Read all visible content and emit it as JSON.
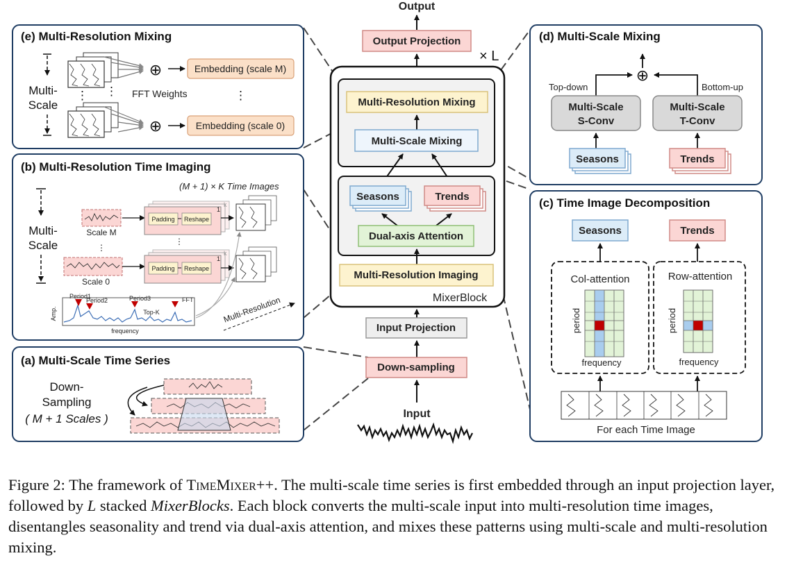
{
  "main": {
    "output": "Output",
    "output_projection": "Output Projection",
    "times_l": "× L",
    "multi_resolution_mixing": "Multi-Resolution Mixing",
    "multi_scale_mixing": "Multi-Scale Mixing",
    "seasons": "Seasons",
    "trends": "Trends",
    "dual_axis_attention": "Dual-axis Attention",
    "multi_resolution_imaging": "Multi-Resolution Imaging",
    "mixer_block": "MixerBlock",
    "input_projection": "Input Projection",
    "down_sampling": "Down-sampling",
    "input": "Input"
  },
  "panel_e": {
    "title": "(e) Multi-Resolution Mixing",
    "multi": "Multi-",
    "scale": "Scale",
    "fft_weights": "FFT Weights",
    "embedding_m": "Embedding (scale M)",
    "embedding_0": "Embedding (scale 0)",
    "oplus": "⊕"
  },
  "panel_b": {
    "title": "(b) Multi-Resolution Time Imaging",
    "time_images": "(M + 1) × K  Time Images",
    "multi": "Multi-",
    "scale": "Scale",
    "scale_m": "Scale M",
    "scale_0": "Scale 0",
    "padding": "Padding",
    "reshape": "Reshape",
    "amp": "Amp.",
    "frequency": "frequency",
    "period1": "Period1",
    "period2": "Period2",
    "period3": "Period3",
    "top_k": "Top-K",
    "fft": "FFT",
    "multi_resolution": "Multi-Resolution",
    "k": "k",
    "one": "1"
  },
  "panel_a": {
    "title": "(a) Multi-Scale Time Series",
    "down": "Down-",
    "sampling": "Sampling",
    "scales": "( M + 1 Scales )"
  },
  "panel_d": {
    "title": "(d) Multi-Scale Mixing",
    "top_down": "Top-down",
    "bottom_up": "Bottom-up",
    "s_conv_1": "Multi-Scale",
    "s_conv_2": "S-Conv",
    "t_conv_1": "Multi-Scale",
    "t_conv_2": "T-Conv",
    "seasons": "Seasons",
    "trends": "Trends",
    "oplus": "⊕"
  },
  "panel_c": {
    "title": "(c) Time Image Decomposition",
    "seasons": "Seasons",
    "trends": "Trends",
    "col_attention": "Col-attention",
    "row_attention": "Row-attention",
    "period": "period",
    "frequency": "frequency",
    "for_each": "For each Time Image"
  },
  "caption": {
    "lead": "Figure 2: The framework of ",
    "name": "TimeMixer++",
    "part1": ". The multi-scale time series is first embedded through an input projection layer, followed by ",
    "l": "L",
    "part2": " stacked ",
    "mixer": "MixerBlocks",
    "part3": ". Each block converts the multi-scale input into multi-resolution time images, disentangles seasonality and trend via dual-axis attention, and mixes these patterns using multi-scale and multi-resolution mixing."
  },
  "colors": {
    "panel_border": "#1f3d63",
    "pink": "#fbd6d4",
    "pink_border": "#d08a86",
    "yellow": "#fdf3cf",
    "yellow_border": "#d9c27a",
    "blue": "#dcecf8",
    "blue_border": "#7ea9cf",
    "green": "#e2f3d7",
    "green_border": "#8fbf76",
    "gray": "#d9d9d9",
    "peach": "#fbe0c8",
    "red_cell": "#c00000"
  }
}
